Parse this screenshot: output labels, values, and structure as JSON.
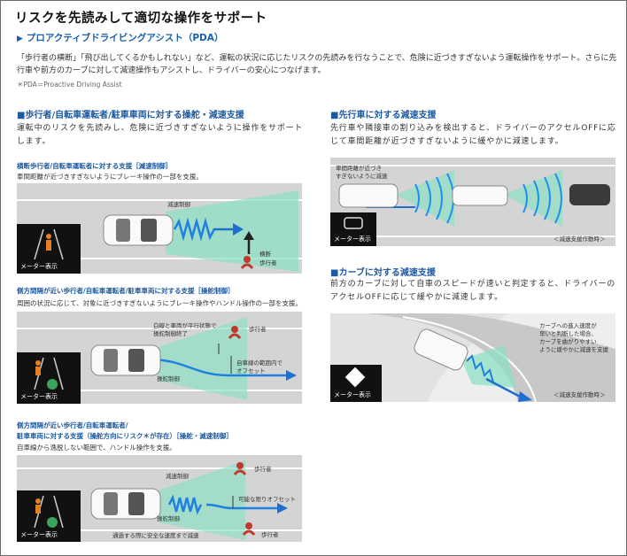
{
  "header": {
    "title": "リスクを先読みして適切な操作をサポート",
    "subtitle": "プロアクティブドライビングアシスト（PDA）",
    "intro": "「歩行者の横断」「飛び出してくるかもしれない」など、運転の状況に応じたリスクの先読みを行なうことで、危険に近づきすぎないよう運転操作をサポート。さらに先行車や前方のカーブに対して減速操作もアシストし、ドライバーの安心につなげます。",
    "note": "＊PDA＝Proactive Driving Assist"
  },
  "left": {
    "section_title": "■歩行者/自転車運転者/駐車車両に対する操舵・減速支援",
    "section_body": "運転中のリスクを先読みし、危険に近づきすぎないように操作をサポートします。",
    "meter_label": "メーター表示",
    "s1": {
      "title": "横断歩行者/自転車運転者に対する支援［減速制御］",
      "body": "車間距離が近づきすぎないようにブレーキ操作の一部を支援。",
      "label_brake": "減速制御",
      "label_ped": "横断",
      "label_ped2": "歩行者"
    },
    "s2": {
      "title": "側方間隔が近い歩行者/自転車運転者/駐車車両に対する支援［操舵制御］",
      "body": "周囲の状況に応じて、対象に近づきすぎないようにブレーキ操作やハンドル操作の一部を支援。",
      "label_end1": "白線と車両が平行状態で",
      "label_end2": "操舵制御終了",
      "label_ped": "歩行者",
      "label_steer": "操舵制御",
      "label_offset1": "自車線の範囲内で",
      "label_offset2": "オフセット"
    },
    "s3": {
      "title1": "側方間隔が近い歩行者/自転車運転者/",
      "title2": "駐車車両に対する支援（操舵方向にリスク＊が存在）［操舵・減速制御］",
      "body": "自車線から逸脱しない範囲で、ハンドル操作を支援。",
      "label_brake": "減速制御",
      "label_ped_top": "歩行者",
      "label_ped_bottom": "歩行者",
      "label_offset": "可能な限りオフセット",
      "label_steer": "操舵制御",
      "label_pass": "通過する際に安全な速度まで減速"
    }
  },
  "right": {
    "s1": {
      "title": "■先行車に対する減速支援",
      "body": "先行車や隣接車の割り込みを検出すると、ドライバーのアクセルOFFに応じて車間距離が近づきすぎないように緩やかに減速します。",
      "label_near1": "車間距離が近づき",
      "label_near2": "すぎないように減速",
      "meter_label": "メーター表示",
      "status": "＜減速支援作動時＞"
    },
    "s2": {
      "title": "■カーブに対する減速支援",
      "body": "前方のカーブに対して自車のスピードが速いと判定すると、ドライバーのアクセルOFFに応じて緩やかに減速します。",
      "label_curve1": "カーブへの進入速度が",
      "label_curve2": "早いと判断した場合、",
      "label_curve3": "カーブを曲がりやすい",
      "label_curve4": "ように緩やかに減速を支援",
      "meter_label": "メーター表示",
      "status": "＜減速支援作動時＞"
    }
  },
  "colors": {
    "accent": "#1e5aa0",
    "arrow": "#1e6fd0",
    "wave": "#1e80e0",
    "zone": "#7fd8c0",
    "road": "#d9d9d9",
    "meter": "#111111"
  }
}
